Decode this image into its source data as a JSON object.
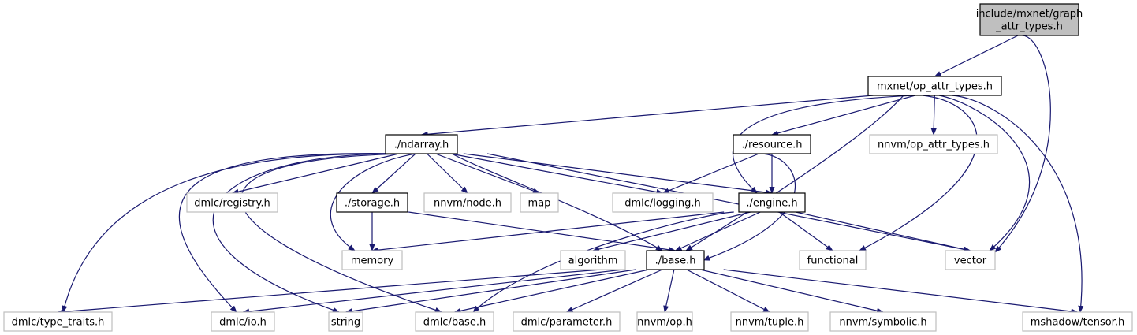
{
  "graph": {
    "title": "include/mxnet/graph_attr_types.h include dependency graph",
    "colors": {
      "edge": "#191970",
      "root_fill": "#bfbfbf",
      "root_stroke": "#000000",
      "internal_stroke": "#000000",
      "external_stroke": "#bfbfbf",
      "node_fill": "#ffffff"
    },
    "nodes": [
      {
        "id": "root",
        "lines": [
          "include/mxnet/graph",
          "_attr_types.h"
        ],
        "kind": "root"
      },
      {
        "id": "op_attr",
        "lines": [
          "mxnet/op_attr_types.h"
        ],
        "kind": "internal"
      },
      {
        "id": "ndarray",
        "lines": [
          "./ndarray.h"
        ],
        "kind": "internal"
      },
      {
        "id": "resource",
        "lines": [
          "./resource.h"
        ],
        "kind": "internal"
      },
      {
        "id": "nnvm_op_attr",
        "lines": [
          "nnvm/op_attr_types.h"
        ],
        "kind": "external"
      },
      {
        "id": "registry",
        "lines": [
          "dmlc/registry.h"
        ],
        "kind": "external"
      },
      {
        "id": "storage",
        "lines": [
          "./storage.h"
        ],
        "kind": "internal"
      },
      {
        "id": "node",
        "lines": [
          "nnvm/node.h"
        ],
        "kind": "external"
      },
      {
        "id": "map",
        "lines": [
          "map"
        ],
        "kind": "external"
      },
      {
        "id": "logging",
        "lines": [
          "dmlc/logging.h"
        ],
        "kind": "external"
      },
      {
        "id": "engine",
        "lines": [
          "./engine.h"
        ],
        "kind": "internal"
      },
      {
        "id": "memory",
        "lines": [
          "memory"
        ],
        "kind": "external"
      },
      {
        "id": "algorithm",
        "lines": [
          "algorithm"
        ],
        "kind": "external"
      },
      {
        "id": "base",
        "lines": [
          "./base.h"
        ],
        "kind": "internal"
      },
      {
        "id": "functional",
        "lines": [
          "functional"
        ],
        "kind": "external"
      },
      {
        "id": "vector",
        "lines": [
          "vector"
        ],
        "kind": "external"
      },
      {
        "id": "type_traits",
        "lines": [
          "dmlc/type_traits.h"
        ],
        "kind": "external"
      },
      {
        "id": "io",
        "lines": [
          "dmlc/io.h"
        ],
        "kind": "external"
      },
      {
        "id": "string",
        "lines": [
          "string"
        ],
        "kind": "external"
      },
      {
        "id": "dmlc_base",
        "lines": [
          "dmlc/base.h"
        ],
        "kind": "external"
      },
      {
        "id": "parameter",
        "lines": [
          "dmlc/parameter.h"
        ],
        "kind": "external"
      },
      {
        "id": "nnvm_op",
        "lines": [
          "nnvm/op.h"
        ],
        "kind": "external"
      },
      {
        "id": "tuple",
        "lines": [
          "nnvm/tuple.h"
        ],
        "kind": "external"
      },
      {
        "id": "symbolic",
        "lines": [
          "nnvm/symbolic.h"
        ],
        "kind": "external"
      },
      {
        "id": "tensor",
        "lines": [
          "mshadow/tensor.h"
        ],
        "kind": "external"
      }
    ],
    "edges": [
      [
        "root",
        "op_attr"
      ],
      [
        "root",
        "vector"
      ],
      [
        "op_attr",
        "ndarray"
      ],
      [
        "op_attr",
        "resource"
      ],
      [
        "op_attr",
        "nnvm_op_attr"
      ],
      [
        "op_attr",
        "engine"
      ],
      [
        "op_attr",
        "base"
      ],
      [
        "op_attr",
        "functional"
      ],
      [
        "op_attr",
        "vector"
      ],
      [
        "op_attr",
        "tensor"
      ],
      [
        "ndarray",
        "registry"
      ],
      [
        "ndarray",
        "storage"
      ],
      [
        "ndarray",
        "node"
      ],
      [
        "ndarray",
        "map"
      ],
      [
        "ndarray",
        "logging"
      ],
      [
        "ndarray",
        "engine"
      ],
      [
        "ndarray",
        "memory"
      ],
      [
        "ndarray",
        "base"
      ],
      [
        "ndarray",
        "vector"
      ],
      [
        "ndarray",
        "type_traits"
      ],
      [
        "ndarray",
        "io"
      ],
      [
        "ndarray",
        "string"
      ],
      [
        "ndarray",
        "dmlc_base"
      ],
      [
        "resource",
        "logging"
      ],
      [
        "resource",
        "engine"
      ],
      [
        "resource",
        "base"
      ],
      [
        "storage",
        "memory"
      ],
      [
        "storage",
        "base"
      ],
      [
        "engine",
        "memory"
      ],
      [
        "engine",
        "algorithm"
      ],
      [
        "engine",
        "base"
      ],
      [
        "engine",
        "functional"
      ],
      [
        "engine",
        "vector"
      ],
      [
        "engine",
        "dmlc_base"
      ],
      [
        "base",
        "type_traits"
      ],
      [
        "base",
        "io"
      ],
      [
        "base",
        "string"
      ],
      [
        "base",
        "dmlc_base"
      ],
      [
        "base",
        "parameter"
      ],
      [
        "base",
        "nnvm_op"
      ],
      [
        "base",
        "tuple"
      ],
      [
        "base",
        "symbolic"
      ],
      [
        "base",
        "tensor"
      ]
    ]
  }
}
